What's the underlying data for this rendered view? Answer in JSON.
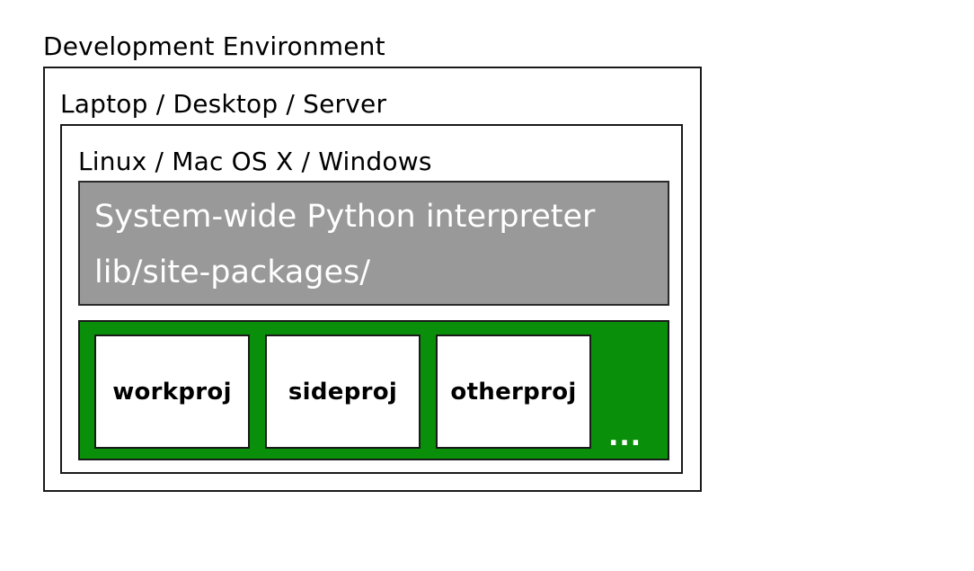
{
  "environment": {
    "title": "Development Environment",
    "hardware": {
      "title": "Laptop / Desktop / Server",
      "os": {
        "title": "Linux / Mac OS X / Windows",
        "system_python": {
          "line1": "System-wide Python interpreter",
          "line2": "lib/site-packages/"
        },
        "virtualenvs": {
          "items": [
            "workproj",
            "sideproj",
            "otherproj"
          ],
          "more": "..."
        }
      }
    }
  },
  "colors": {
    "system_python_bg": "#999999",
    "venv_container_bg": "#0a8f0a",
    "text": "#000000",
    "inverse_text": "#ffffff"
  }
}
